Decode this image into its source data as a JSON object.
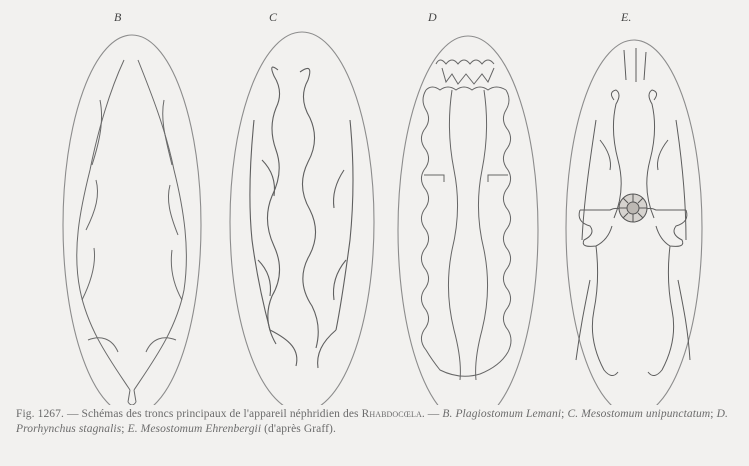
{
  "figure": {
    "panels": [
      {
        "label": "B"
      },
      {
        "label": "C"
      },
      {
        "label": "D"
      },
      {
        "label": "E."
      }
    ]
  },
  "caption": {
    "fig_number": "Fig. 1267.",
    "dash": " — ",
    "intro": "Schémas des troncs principaux de l'appareil néphridien des ",
    "group": "Rhabdocœla",
    "after_group": ". — ",
    "b_letter": "B. ",
    "b_species": "Plagiostomum Lemani",
    "sep1": "; ",
    "c_letter": "C. ",
    "c_species": "Mesostomum unipunctatum",
    "sep2": "; ",
    "d_letter": "D. ",
    "d_species": "Prorhynchus stagnalis",
    "sep3": "; ",
    "e_letter": "E. ",
    "e_species": "Mesostomum Ehrenbergii",
    "source": " (d'après Graff)."
  }
}
